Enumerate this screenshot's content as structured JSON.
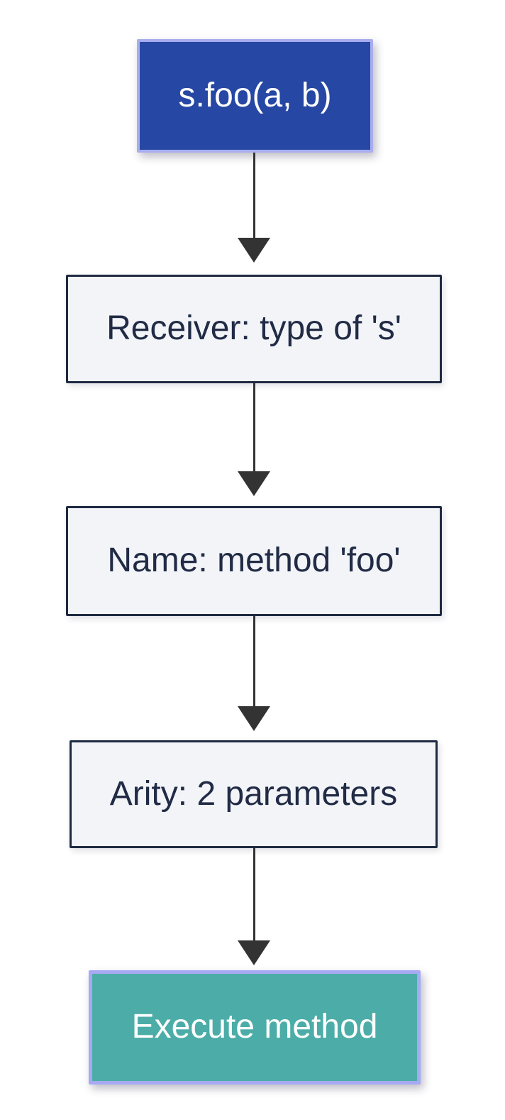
{
  "diagram": {
    "type": "flowchart",
    "direction": "top-down",
    "nodes": [
      {
        "id": "call",
        "label": "s.foo(a, b)",
        "role": "start"
      },
      {
        "id": "receiver",
        "label": "Receiver: type of 's'",
        "role": "process"
      },
      {
        "id": "method-name",
        "label": "Name: method 'foo'",
        "role": "process"
      },
      {
        "id": "arity",
        "label": "Arity: 2 parameters",
        "role": "process"
      },
      {
        "id": "execute",
        "label": "Execute method",
        "role": "end"
      }
    ],
    "edges": [
      {
        "from": "call",
        "to": "receiver"
      },
      {
        "from": "receiver",
        "to": "method-name"
      },
      {
        "from": "method-name",
        "to": "arity"
      },
      {
        "from": "arity",
        "to": "execute"
      }
    ],
    "colors": {
      "start_fill": "#2647a3",
      "start_border": "#a9aeee",
      "process_fill": "#f2f4f8",
      "process_border": "#1e2a42",
      "process_text": "#212b45",
      "end_fill": "#4cada8",
      "end_border": "#a7a9f2",
      "arrow": "#333333",
      "light_text": "#ffffff",
      "background": "#ffffff"
    }
  }
}
